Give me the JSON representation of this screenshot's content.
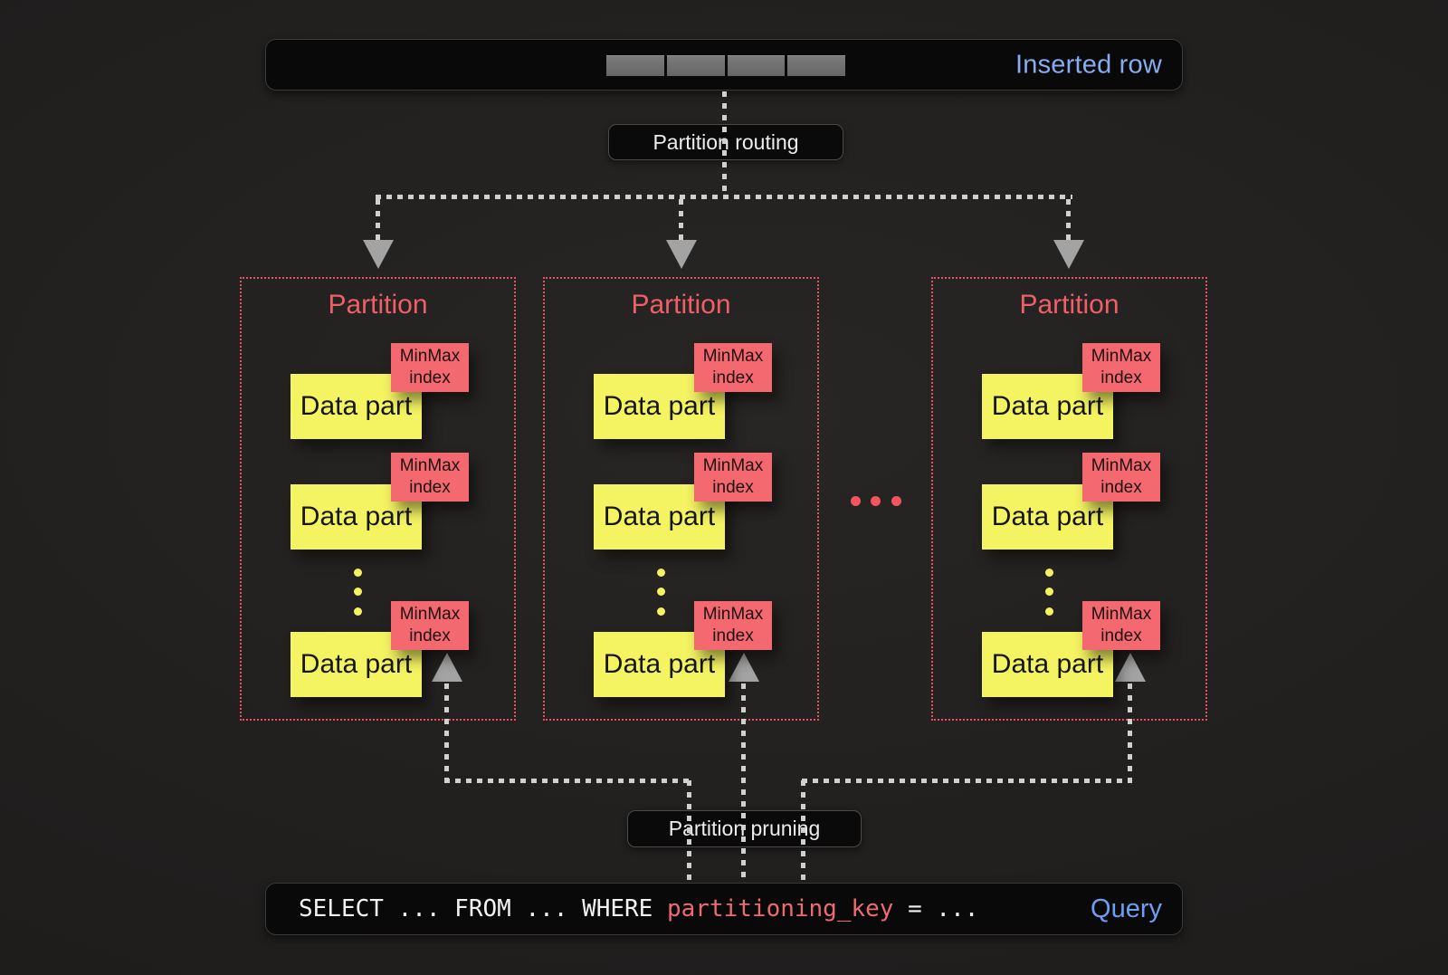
{
  "colors": {
    "background": "#211f1e",
    "bar_background": "#090909",
    "inserted_row_blue": "#87adf0",
    "query_blue": "#6d9ff5",
    "partition_red": "#ef5f68",
    "minmax_red": "#f4686f",
    "data_part_yellow": "#f4f362",
    "connector_gray": "#d0d0d0",
    "sql_key_red": "#ee6a72"
  },
  "inserted_row": {
    "label": "Inserted row",
    "segment_count": 4
  },
  "routing": {
    "label": "Partition routing"
  },
  "pruning": {
    "label": "Partition pruning"
  },
  "ellipsis": {
    "count": 3
  },
  "partitions": [
    {
      "title": "Partition",
      "parts": [
        {
          "label": "Data part",
          "minmax": [
            "MinMax",
            "index"
          ]
        },
        {
          "label": "Data part",
          "minmax": [
            "MinMax",
            "index"
          ]
        },
        {
          "label": "Data part",
          "minmax": [
            "MinMax",
            "index"
          ]
        }
      ]
    },
    {
      "title": "Partition",
      "parts": [
        {
          "label": "Data part",
          "minmax": [
            "MinMax",
            "index"
          ]
        },
        {
          "label": "Data part",
          "minmax": [
            "MinMax",
            "index"
          ]
        },
        {
          "label": "Data part",
          "minmax": [
            "MinMax",
            "index"
          ]
        }
      ]
    },
    {
      "title": "Partition",
      "parts": [
        {
          "label": "Data part",
          "minmax": [
            "MinMax",
            "index"
          ]
        },
        {
          "label": "Data part",
          "minmax": [
            "MinMax",
            "index"
          ]
        },
        {
          "label": "Data part",
          "minmax": [
            "MinMax",
            "index"
          ]
        }
      ]
    }
  ],
  "query": {
    "sql_select": "SELECT ... FROM ... WHERE ",
    "sql_key": "partitioning_key",
    "sql_tail": " = ...",
    "label": "Query"
  }
}
